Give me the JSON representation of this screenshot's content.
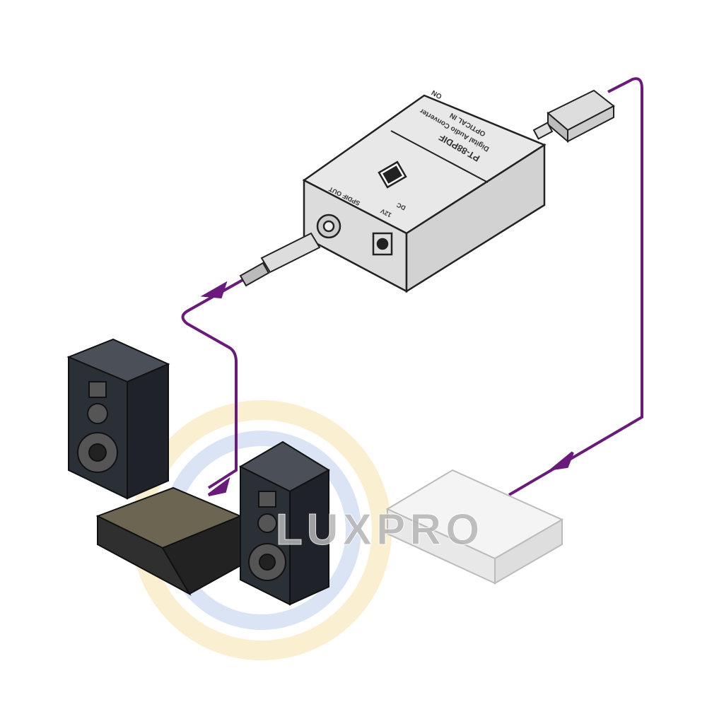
{
  "converter": {
    "model": "PT-88PDIF",
    "subtitle": "Digital Audio Converter",
    "optical_in": "OPTICAL IN",
    "on": "ON",
    "spdif_out": "SPDIF OUT",
    "power_12v": "12V",
    "power_dc": "DC"
  },
  "watermark": "LUXPRO",
  "colors": {
    "cable": "#6a1a7a",
    "device": "#e6e6e6",
    "speaker": "#2b2f36"
  }
}
